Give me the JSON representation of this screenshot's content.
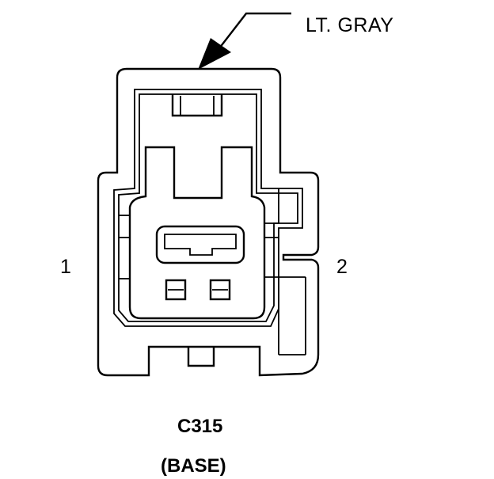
{
  "diagram": {
    "color_label": "LT. GRAY",
    "pin_labels": [
      "1",
      "2"
    ],
    "connector_id": "C315",
    "connector_variant": "(BASE)"
  },
  "colors": {
    "line": "#000000",
    "background": "#ffffff"
  }
}
